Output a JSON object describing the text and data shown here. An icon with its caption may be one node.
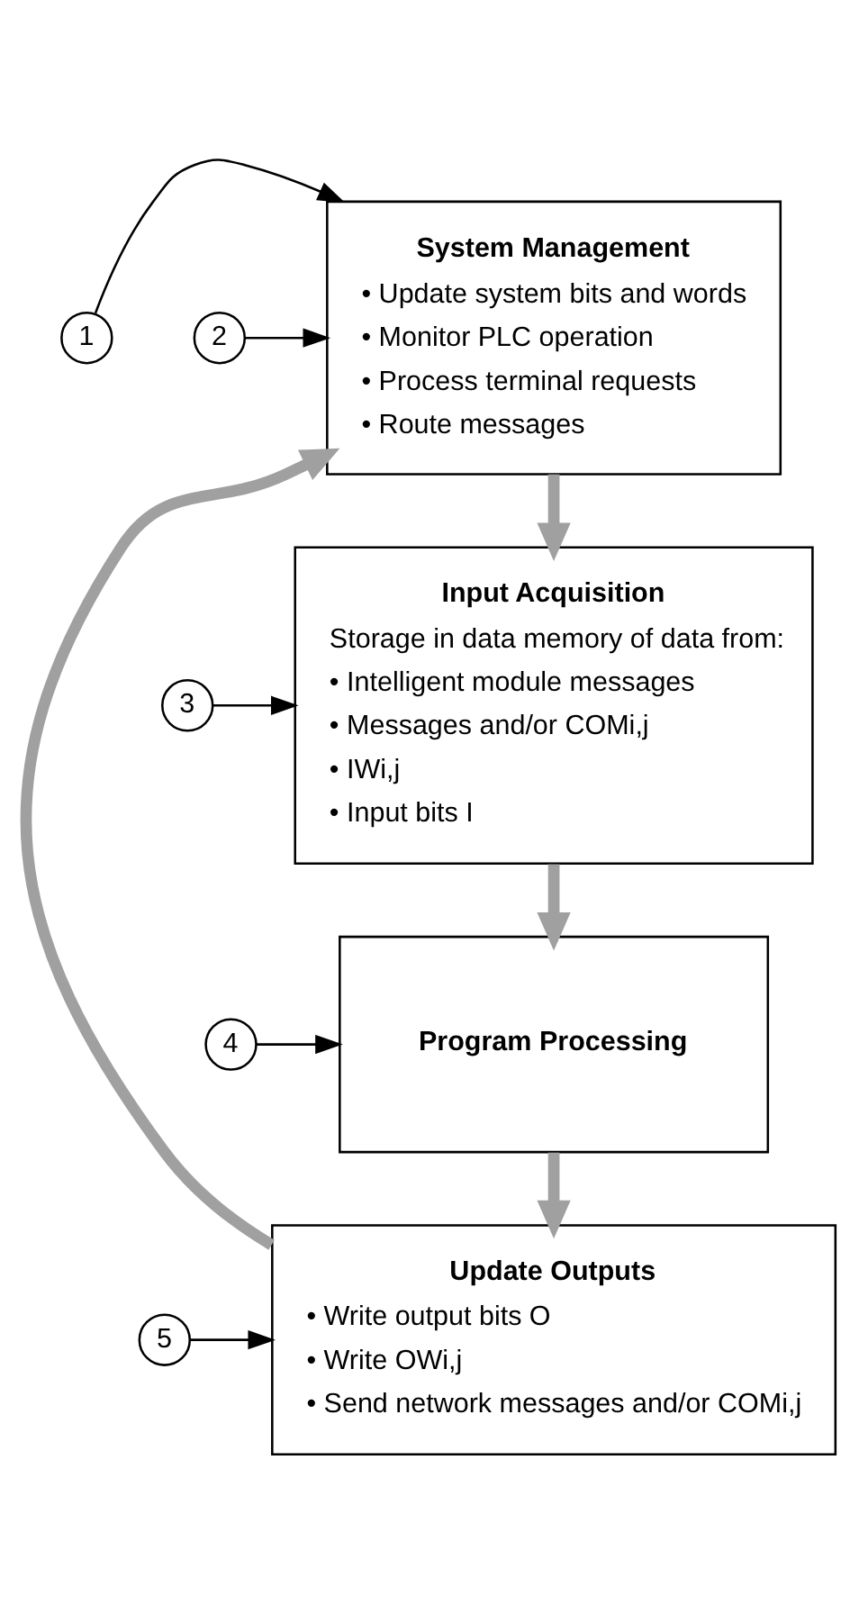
{
  "diagram": {
    "nodes": [
      {
        "text": [
          "1"
        ]
      },
      {
        "text": [
          "2"
        ]
      },
      {
        "text": [
          "System Management",
          "• Update system bits and words",
          "• Monitor PLC operation",
          "• Process terminal requests",
          "• Route messages"
        ]
      },
      {
        "text": [
          "3"
        ]
      },
      {
        "text": [
          "Input Acquisition",
          "Storage in data memory of data from:",
          "• Intelligent module messages",
          "• Messages and/or COMi,j",
          "• IWi,j",
          "• Input bits I"
        ]
      },
      {
        "text": [
          "4"
        ]
      },
      {
        "text": [
          "Program Processing"
        ]
      },
      {
        "text": [
          "5"
        ]
      },
      {
        "text": [
          "Update Outputs",
          "• Write output bits O",
          "• Write OWi,j",
          "• Send network messages and/or COMi,j"
        ]
      }
    ],
    "edges": [
      {
        "from": 0,
        "to": 2,
        "arrow": "to"
      },
      {
        "from": 1,
        "to": 2,
        "arrow": "to"
      },
      {
        "from": 2,
        "to": 4,
        "arrow": "to",
        "style": "thick",
        "color": "#a0a0a0"
      },
      {
        "from": 3,
        "to": 4,
        "arrow": "to"
      },
      {
        "from": 4,
        "to": 6,
        "arrow": "to",
        "style": "thick",
        "color": "#a0a0a0"
      },
      {
        "from": 5,
        "to": 6,
        "arrow": "to"
      },
      {
        "from": 6,
        "to": 8,
        "arrow": "to",
        "style": "thick",
        "color": "#a0a0a0"
      },
      {
        "from": 7,
        "to": 8,
        "arrow": "to"
      },
      {
        "from": 8,
        "to": 2,
        "arrow": "to",
        "style": "thick",
        "color": "#a0a0a0"
      }
    ]
  }
}
